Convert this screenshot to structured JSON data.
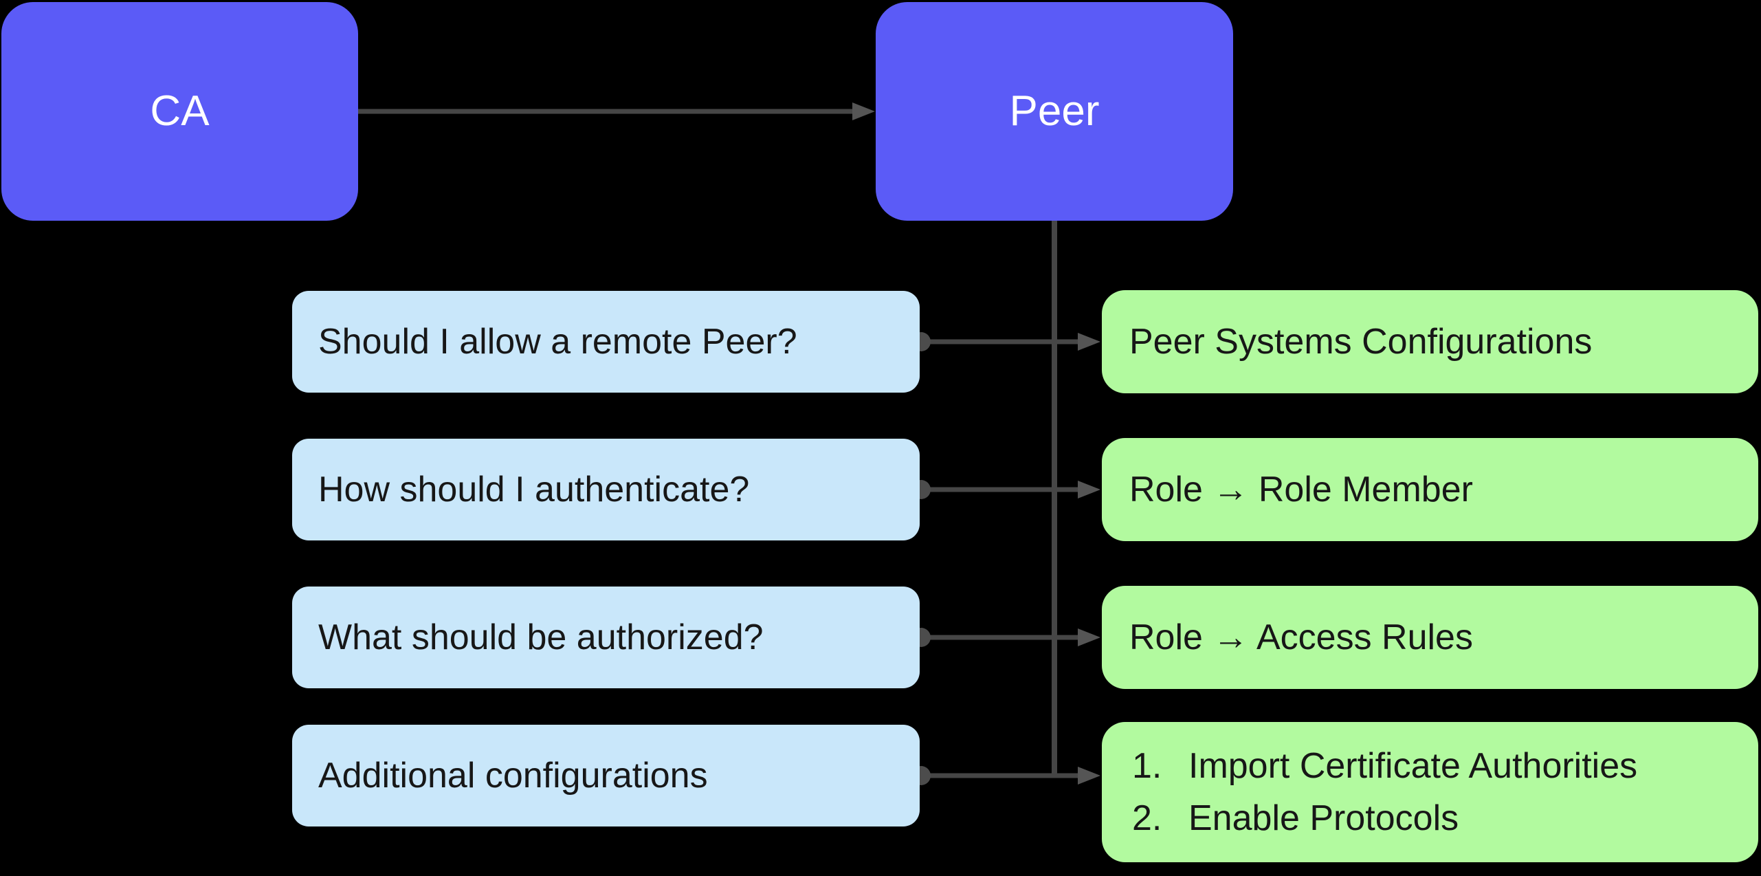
{
  "colors": {
    "background": "#000000",
    "node-fill": "#5b5bf7",
    "node-text": "#ffffff",
    "question-fill": "#c9e7fa",
    "answer-fill": "#b2fa9f",
    "box-text": "#171717",
    "connector": "#464646",
    "connector-dot": "#4c4c4c",
    "arrowhead": "#555555"
  },
  "nodes": {
    "ca": {
      "label": "CA"
    },
    "peer": {
      "label": "Peer"
    }
  },
  "rows": [
    {
      "question": "Should I allow a remote Peer?",
      "answer": "Peer Systems Configurations"
    },
    {
      "question": "How should I authenticate?",
      "answer": "Role → Role Member"
    },
    {
      "question": "What should be authorized?",
      "answer": "Role → Access Rules"
    },
    {
      "question": "Additional configurations",
      "answer_items": [
        {
          "num": "1.",
          "text": "Import Certificate Authorities"
        },
        {
          "num": "2.",
          "text": "Enable Protocols"
        }
      ]
    }
  ]
}
